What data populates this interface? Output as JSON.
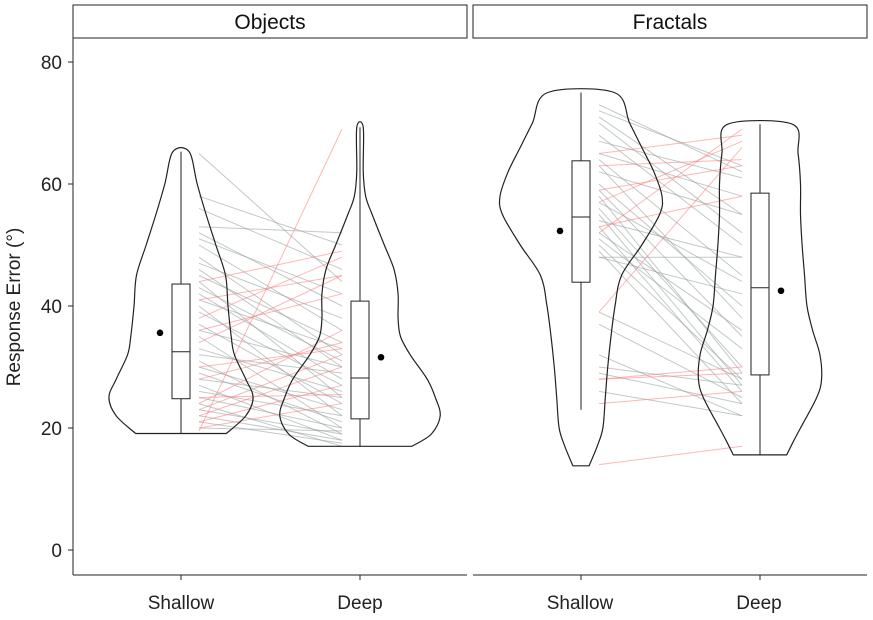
{
  "chart_data": {
    "type": "violin",
    "ylabel": "Response Error (°)",
    "ylim": [
      -4,
      84
    ],
    "yticks": [
      0,
      20,
      40,
      60,
      80
    ],
    "categories": [
      "Shallow",
      "Deep"
    ],
    "colors": {
      "decrease": "#8f9b9b",
      "increase": "#ff7a7a",
      "outline": "#222222"
    },
    "panels": [
      {
        "title": "Objects",
        "groups": [
          {
            "name": "Shallow",
            "whisker_low": 19.1,
            "q1": 24.8,
            "median": 32.5,
            "q3": 43.6,
            "whisker_high": 65.3,
            "mean": 35.6,
            "density": [
              [
                19.1,
                0.56
              ],
              [
                22,
                0.8
              ],
              [
                25,
                0.89
              ],
              [
                28,
                0.8
              ],
              [
                32,
                0.66
              ],
              [
                35,
                0.62
              ],
              [
                40,
                0.58
              ],
              [
                45,
                0.55
              ],
              [
                50,
                0.43
              ],
              [
                55,
                0.31
              ],
              [
                60,
                0.2
              ],
              [
                65.3,
                0.1
              ]
            ]
          },
          {
            "name": "Deep",
            "whisker_low": 17.0,
            "q1": 21.5,
            "median": 28.2,
            "q3": 40.8,
            "whisker_high": 69.3,
            "mean": 31.6,
            "density": [
              [
                17,
                0.64
              ],
              [
                19,
                0.88
              ],
              [
                22,
                0.99
              ],
              [
                25,
                0.93
              ],
              [
                28,
                0.83
              ],
              [
                32,
                0.62
              ],
              [
                35,
                0.5
              ],
              [
                38,
                0.47
              ],
              [
                42,
                0.47
              ],
              [
                46,
                0.42
              ],
              [
                50,
                0.3
              ],
              [
                55,
                0.15
              ],
              [
                58,
                0.07
              ],
              [
                62,
                0.04
              ],
              [
                69.3,
                0.04
              ]
            ]
          }
        ],
        "pairs": [
          [
            65,
            44
          ],
          [
            58,
            50
          ],
          [
            56,
            46
          ],
          [
            53,
            52
          ],
          [
            52,
            40
          ],
          [
            51,
            42
          ],
          [
            50,
            36
          ],
          [
            48,
            32
          ],
          [
            47,
            38
          ],
          [
            46,
            30
          ],
          [
            45,
            34
          ],
          [
            44,
            25
          ],
          [
            43,
            31
          ],
          [
            42,
            28
          ],
          [
            41,
            33
          ],
          [
            40,
            22
          ],
          [
            39,
            27
          ],
          [
            37,
            24
          ],
          [
            36,
            30
          ],
          [
            35,
            20
          ],
          [
            33,
            26
          ],
          [
            32,
            29
          ],
          [
            31,
            19
          ],
          [
            30,
            23
          ],
          [
            29,
            21
          ],
          [
            28,
            25
          ],
          [
            27,
            18
          ],
          [
            26,
            22
          ],
          [
            25,
            20
          ],
          [
            24,
            17
          ],
          [
            23,
            19
          ],
          [
            22,
            18
          ],
          [
            21,
            17.5
          ],
          [
            20,
            19.5
          ],
          [
            19.5,
            69
          ],
          [
            44,
            49
          ],
          [
            38,
            48
          ],
          [
            41,
            45
          ],
          [
            36,
            42
          ],
          [
            34,
            45
          ],
          [
            30,
            33
          ],
          [
            28,
            34
          ],
          [
            24,
            36
          ],
          [
            23,
            32
          ],
          [
            22,
            30
          ],
          [
            25,
            25.5
          ],
          [
            21,
            27
          ],
          [
            20,
            24
          ]
        ]
      },
      {
        "title": "Fractals",
        "groups": [
          {
            "name": "Shallow",
            "whisker_low": 23,
            "q1": 43.9,
            "median": 54.6,
            "q3": 63.8,
            "whisker_high": 75,
            "mean": 52.3,
            "density": [
              [
                13.8,
                0.1
              ],
              [
                17,
                0.2
              ],
              [
                20,
                0.27
              ],
              [
                25,
                0.3
              ],
              [
                30,
                0.33
              ],
              [
                35,
                0.37
              ],
              [
                40,
                0.42
              ],
              [
                45,
                0.5
              ],
              [
                50,
                0.75
              ],
              [
                55,
                0.97
              ],
              [
                58,
                1.0
              ],
              [
                62,
                0.9
              ],
              [
                66,
                0.75
              ],
              [
                70,
                0.6
              ],
              [
                75,
                0.41
              ]
            ]
          },
          {
            "name": "Deep",
            "whisker_low": 15.6,
            "q1": 28.7,
            "median": 43.0,
            "q3": 58.5,
            "whisker_high": 69.8,
            "mean": 42.5,
            "density": [
              [
                15.6,
                0.33
              ],
              [
                18,
                0.42
              ],
              [
                20,
                0.5
              ],
              [
                25,
                0.7
              ],
              [
                28,
                0.76
              ],
              [
                32,
                0.74
              ],
              [
                36,
                0.65
              ],
              [
                40,
                0.58
              ],
              [
                45,
                0.55
              ],
              [
                50,
                0.52
              ],
              [
                55,
                0.5
              ],
              [
                60,
                0.5
              ],
              [
                65,
                0.47
              ],
              [
                69.8,
                0.4
              ]
            ]
          }
        ],
        "pairs": [
          [
            73,
            62
          ],
          [
            72,
            63
          ],
          [
            71,
            55
          ],
          [
            70,
            52
          ],
          [
            68,
            50
          ],
          [
            67,
            61
          ],
          [
            65,
            58
          ],
          [
            64,
            45
          ],
          [
            63,
            38
          ],
          [
            62,
            55
          ],
          [
            60,
            40
          ],
          [
            59,
            35
          ],
          [
            58,
            29
          ],
          [
            57,
            44
          ],
          [
            56,
            30
          ],
          [
            55,
            27
          ],
          [
            54,
            48
          ],
          [
            53,
            26
          ],
          [
            52,
            36
          ],
          [
            51,
            33
          ],
          [
            50,
            28
          ],
          [
            49,
            24
          ],
          [
            48,
            42
          ],
          [
            39,
            28
          ],
          [
            37,
            25
          ],
          [
            32,
            22
          ],
          [
            30,
            27
          ],
          [
            29,
            24
          ],
          [
            28,
            30
          ],
          [
            26,
            22
          ],
          [
            65,
            68
          ],
          [
            63,
            64
          ],
          [
            59,
            63
          ],
          [
            57,
            67
          ],
          [
            53,
            58
          ],
          [
            52,
            69
          ],
          [
            48,
            48
          ],
          [
            39,
            66
          ],
          [
            28,
            29
          ],
          [
            24,
            26
          ],
          [
            14,
            17
          ]
        ]
      }
    ]
  }
}
